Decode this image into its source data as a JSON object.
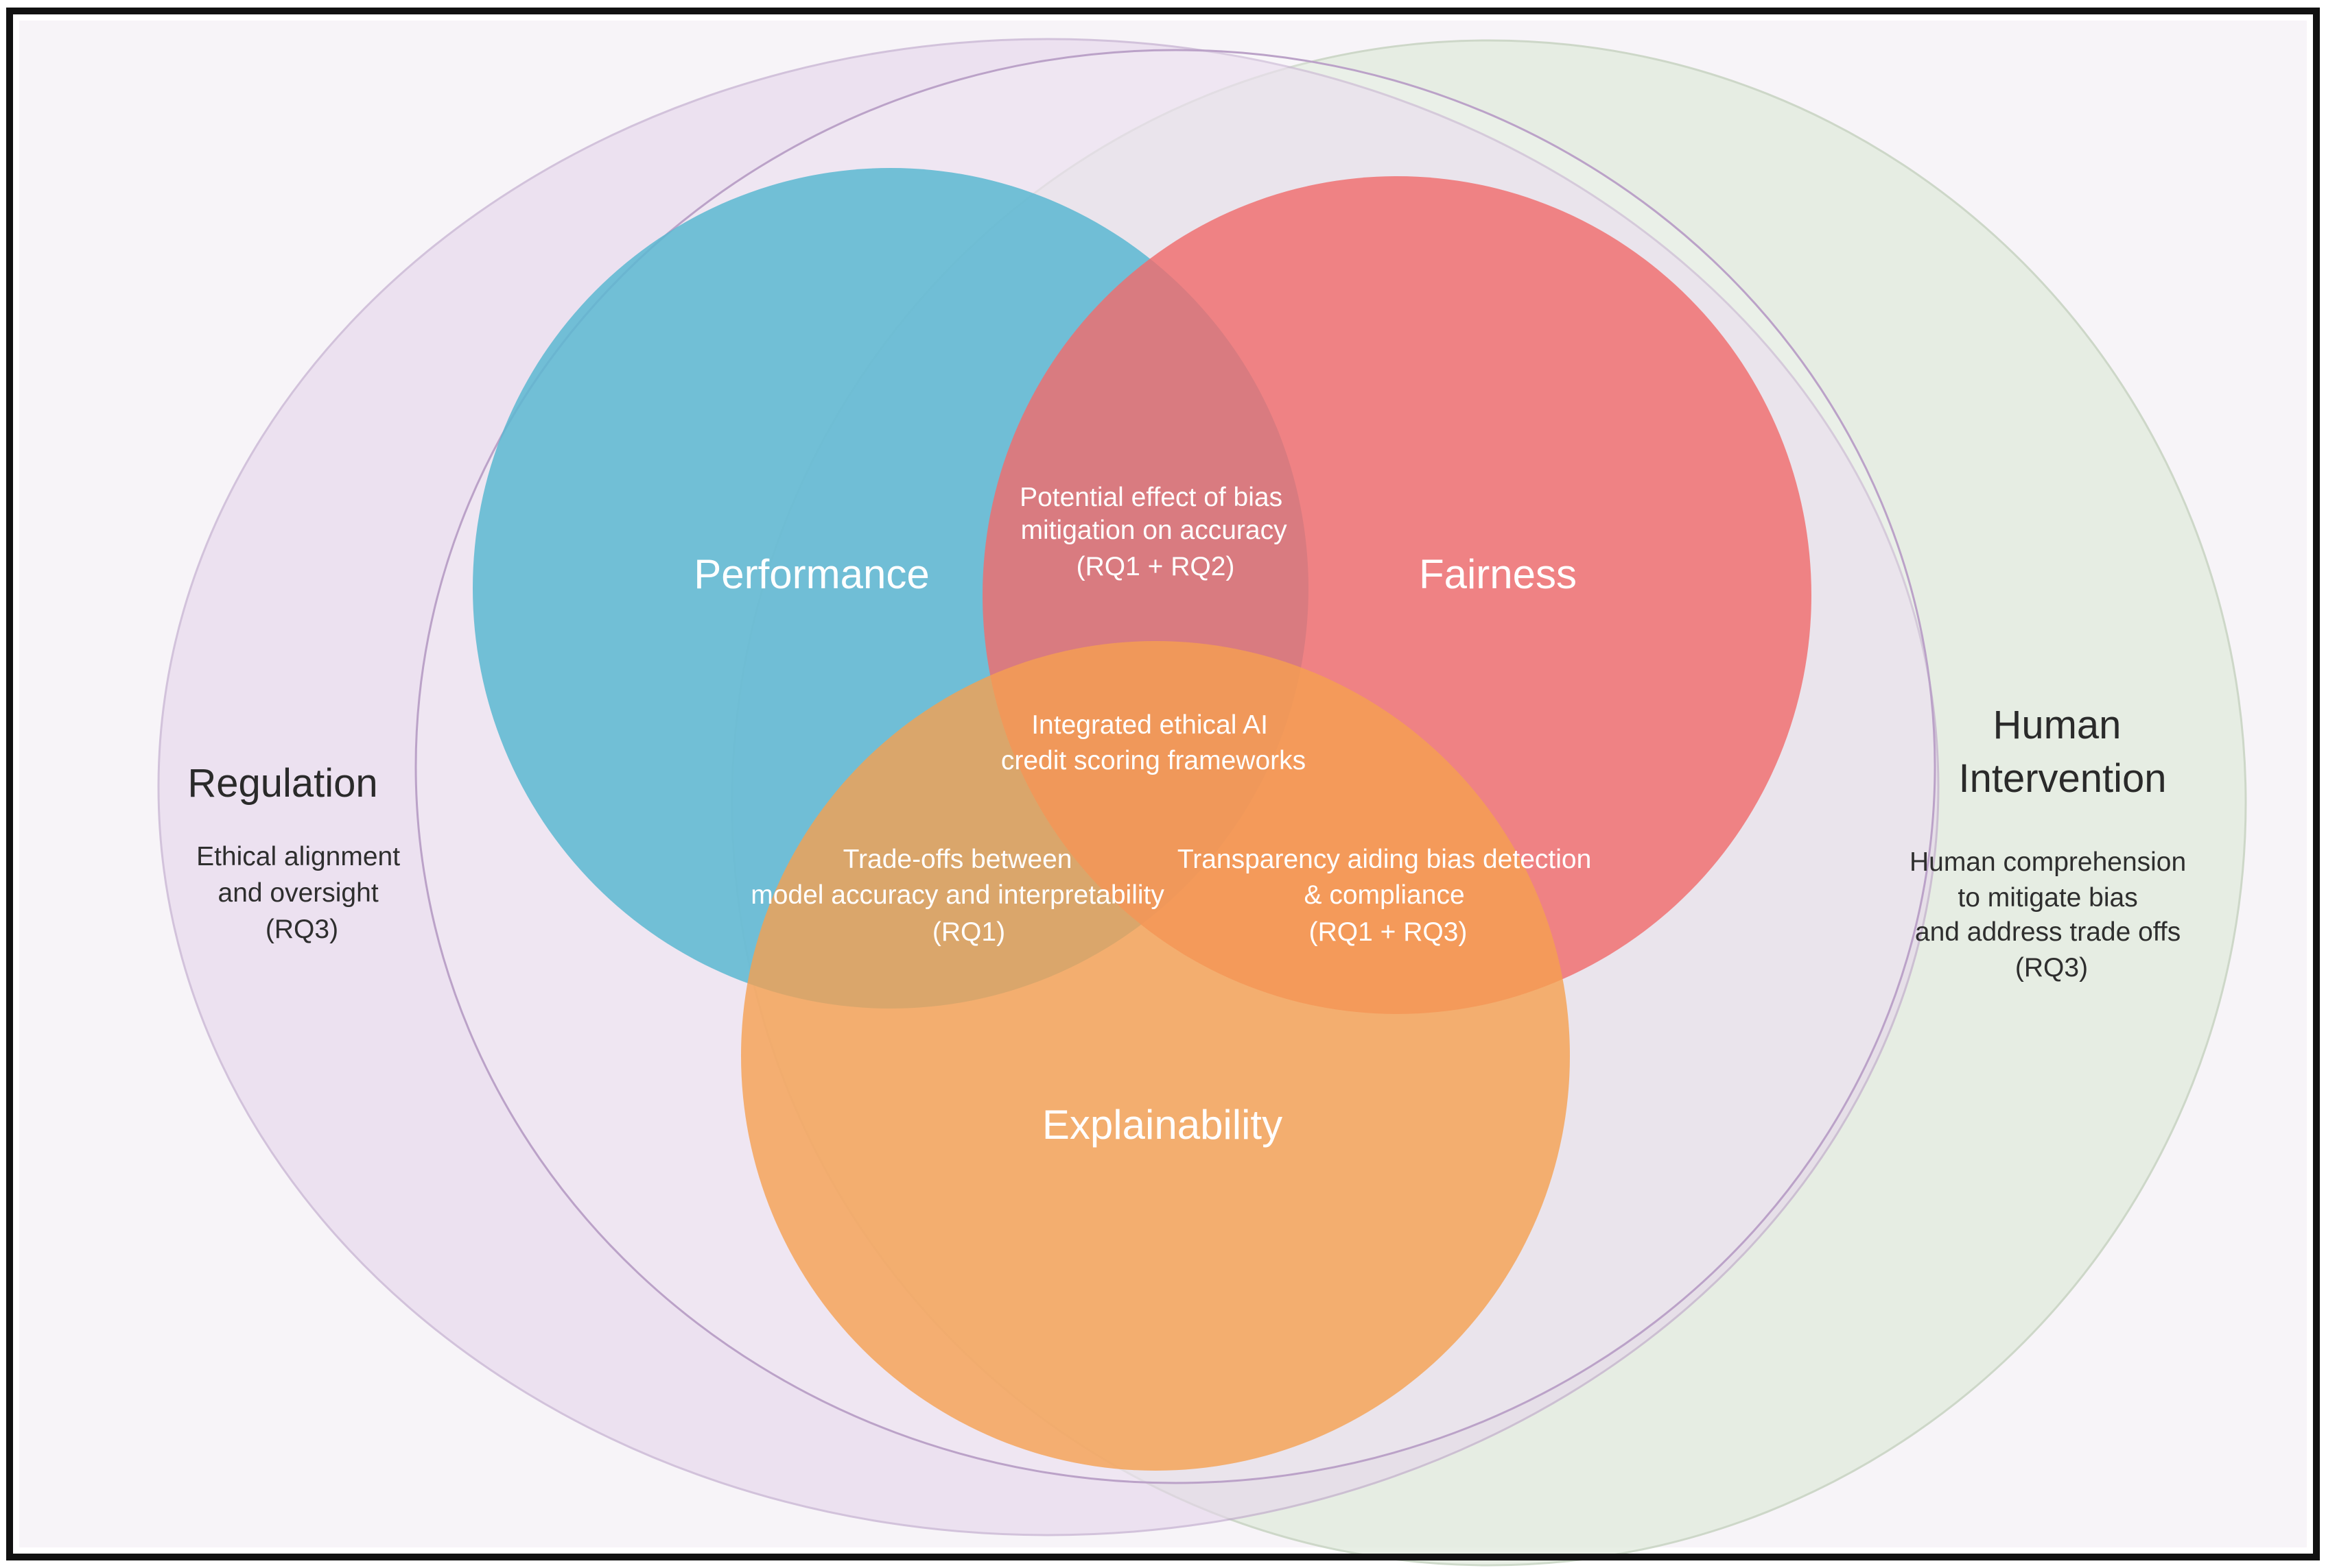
{
  "diagram": {
    "colors": {
      "background": "#f7f4f8",
      "frame": "#111111",
      "regulation": "#e6d6ec",
      "regulation_stroke": "#bba2c8",
      "human": "#e3ecdf",
      "human_stroke": "#c3d1bd",
      "performance": "#5cb8d2",
      "fairness": "#f06d6d",
      "explainability": "#f5a050"
    },
    "regulation": {
      "title": "Regulation",
      "desc": [
        "Ethical alignment",
        "and oversight",
        "(RQ3)"
      ]
    },
    "human": {
      "title": [
        "Human",
        "Intervention"
      ],
      "desc": [
        "Human comprehension",
        "to mitigate bias",
        "and address trade offs",
        "(RQ3)"
      ]
    },
    "performance": {
      "title": "Performance"
    },
    "fairness": {
      "title": "Fairness"
    },
    "explainability": {
      "title": "Explainability"
    },
    "perf_fair": {
      "lines": [
        "Potential effect of bias",
        "mitigation on accuracy",
        "(RQ1 + RQ2)"
      ]
    },
    "center": {
      "lines": [
        "Integrated ethical AI",
        "credit scoring frameworks"
      ]
    },
    "perf_expl": {
      "lines": [
        "Trade-offs between",
        "model accuracy and interpretability",
        "(RQ1)"
      ]
    },
    "fair_expl": {
      "lines": [
        "Transparency aiding bias detection",
        "& compliance",
        "(RQ1 + RQ3)"
      ]
    }
  }
}
